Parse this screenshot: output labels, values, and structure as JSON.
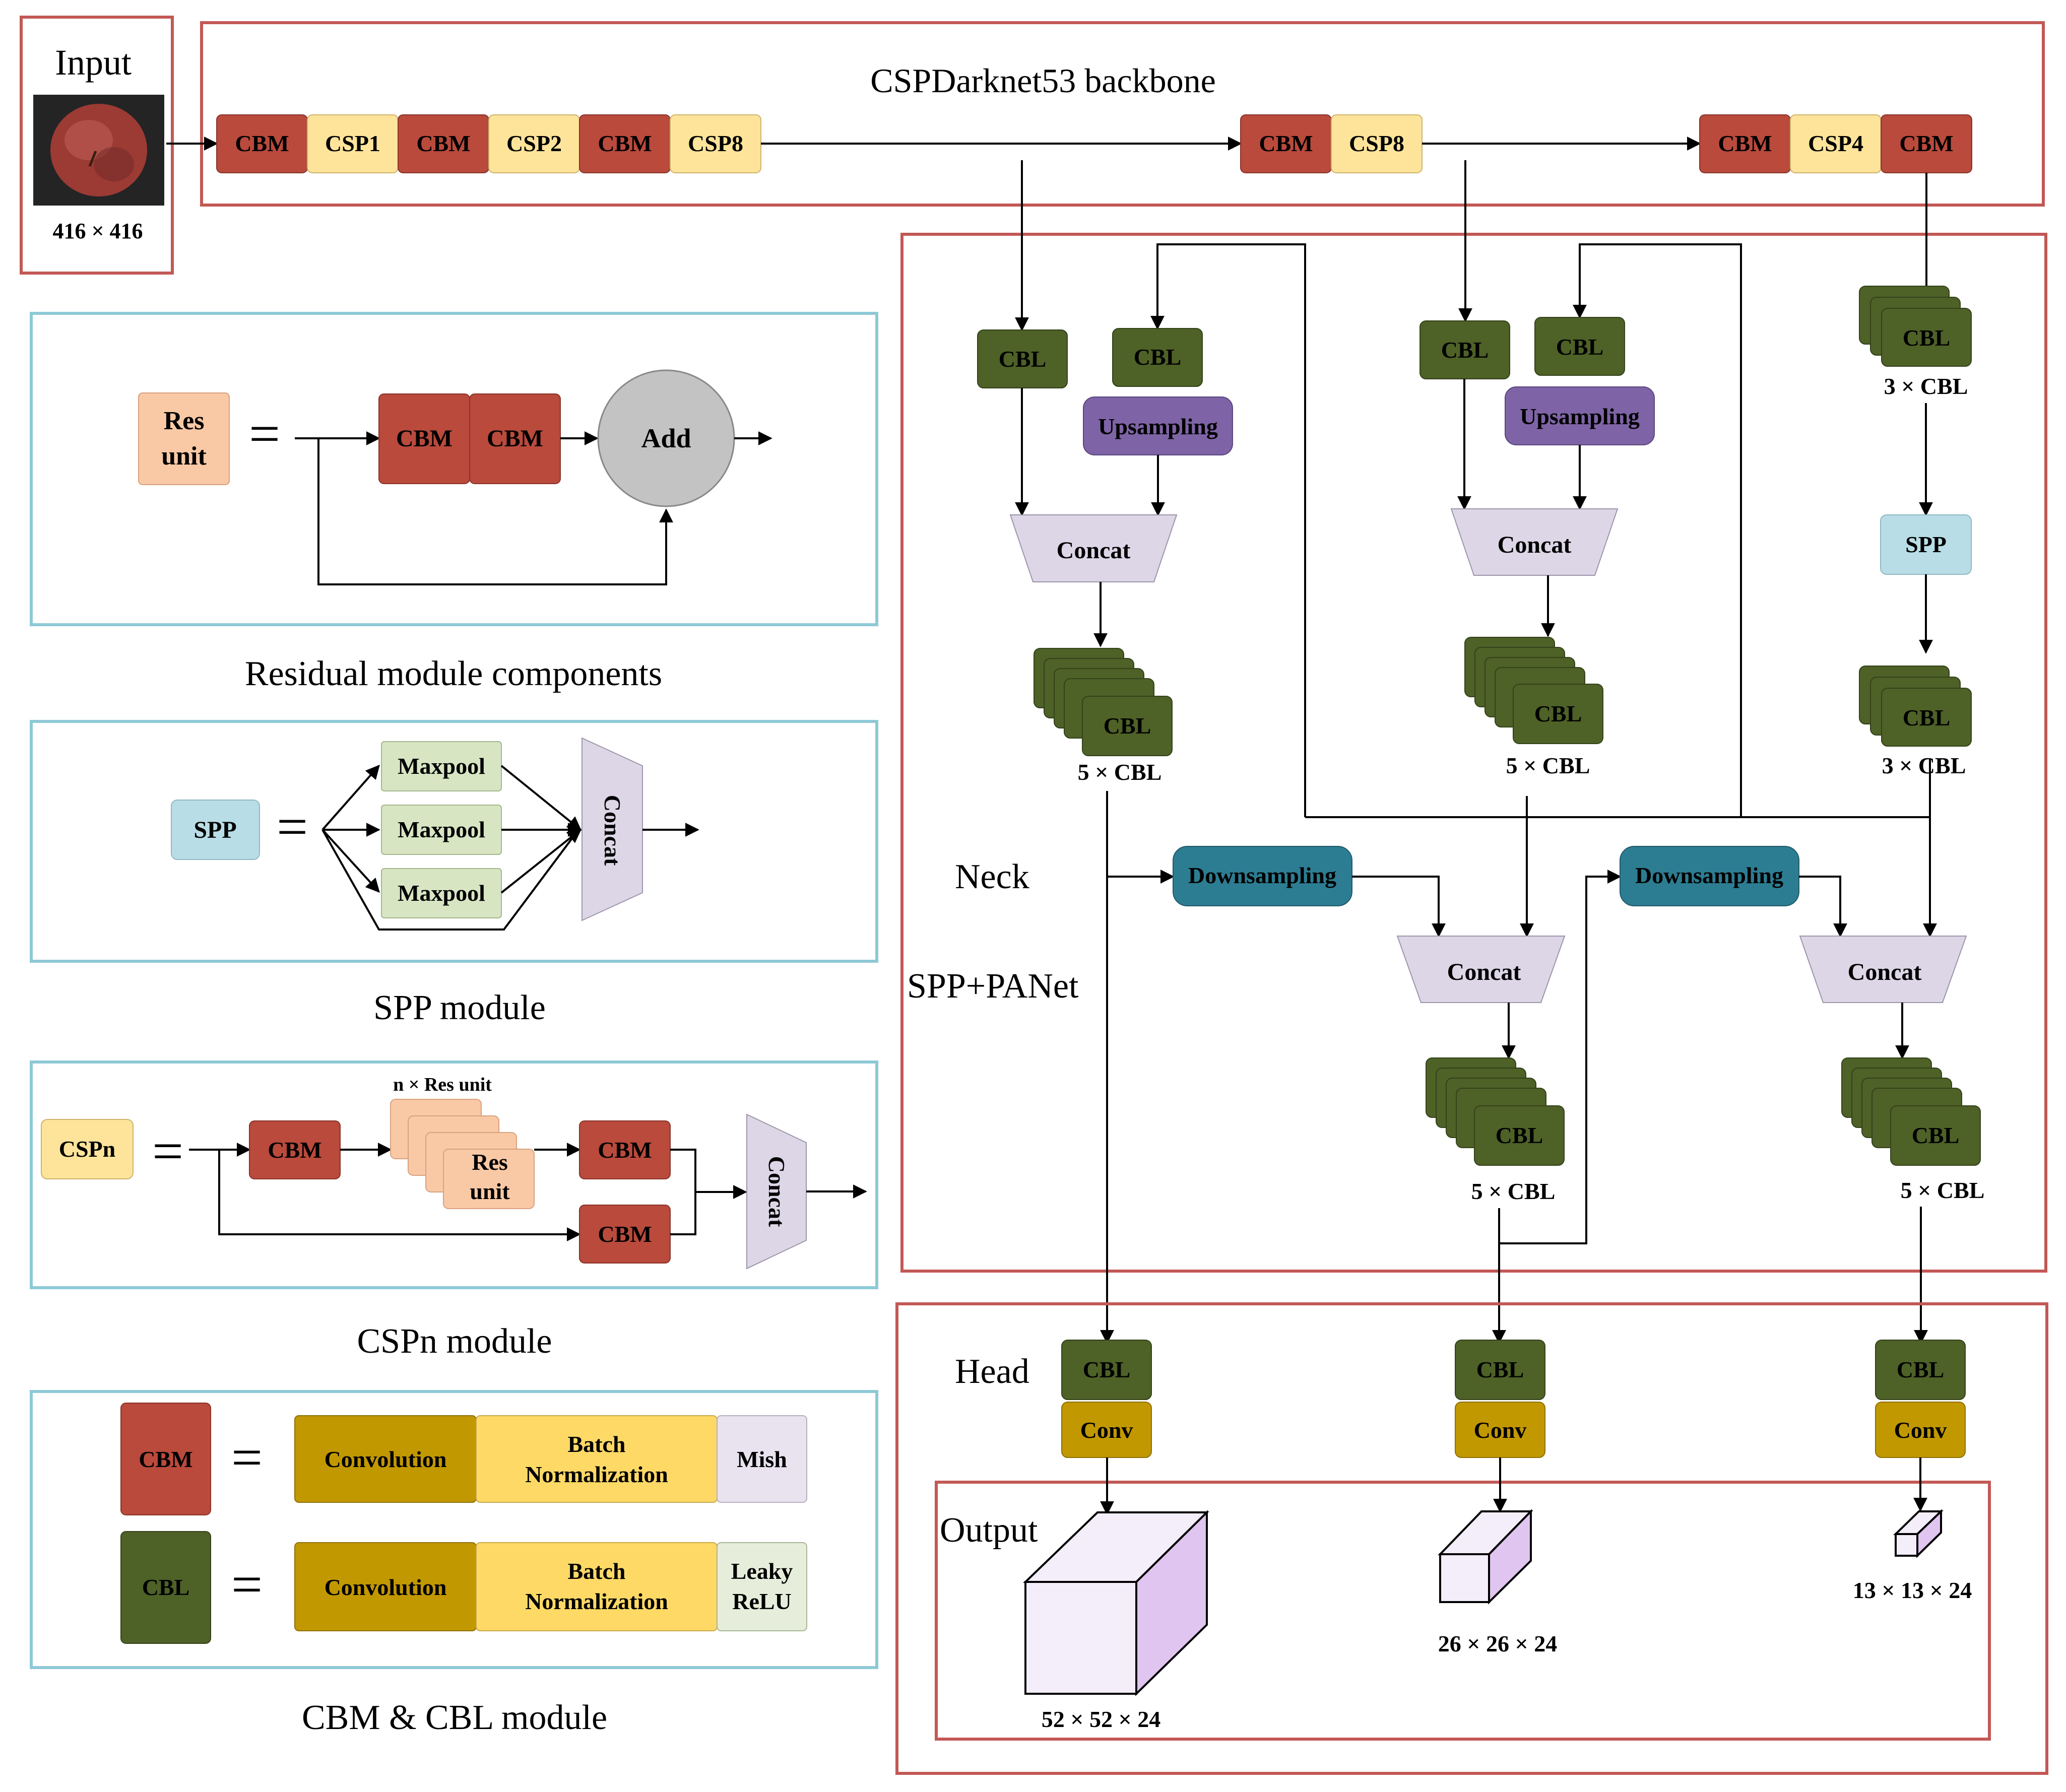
{
  "input": {
    "title": "Input",
    "size": "416 × 416"
  },
  "backbone": {
    "title": "CSPDarknet53 backbone",
    "blocks": [
      "CBM",
      "CSP1",
      "CBM",
      "CSP2",
      "CBM",
      "CSP8",
      "CBM",
      "CSP8",
      "CBM",
      "CSP4",
      "CBM"
    ]
  },
  "residual_module": {
    "caption": "Residual module components",
    "lhs_line1": "Res",
    "lhs_line2": "unit",
    "block1": "CBM",
    "block2": "CBM",
    "add": "Add"
  },
  "spp_module": {
    "caption": "SPP module",
    "lhs": "SPP",
    "pools": [
      "Maxpool",
      "Maxpool",
      "Maxpool"
    ],
    "concat": "Concat"
  },
  "cspn_module": {
    "caption": "CSPn module",
    "lhs": "CSPn",
    "repeat_label": "n × Res unit",
    "res_line1": "Res",
    "res_line2": "unit",
    "cbm_top_left": "CBM",
    "cbm_top_right": "CBM",
    "cbm_bottom": "CBM",
    "concat": "Concat"
  },
  "cbm_cbl_module": {
    "caption": "CBM & CBL module",
    "cbm": {
      "lhs": "CBM",
      "conv": "Convolution",
      "bn_line1": "Batch",
      "bn_line2": "Normalization",
      "act": "Mish"
    },
    "cbl": {
      "lhs": "CBL",
      "conv": "Convolution",
      "bn_line1": "Batch",
      "bn_line2": "Normalization",
      "act_line1": "Leaky",
      "act_line2": "ReLU"
    }
  },
  "neck": {
    "title": "Neck",
    "subtitle": "SPP+PANet",
    "col1": {
      "cbl_left": "CBL",
      "cbl_right": "CBL",
      "upsampling": "Upsampling",
      "concat": "Concat",
      "stack": "CBL",
      "stack_label": "5 × CBL"
    },
    "col2": {
      "cbl_left": "CBL",
      "cbl_right": "CBL",
      "upsampling": "Upsampling",
      "concat": "Concat",
      "stack": "CBL",
      "stack_label": "5 × CBL"
    },
    "col3": {
      "top_stack": "CBL",
      "top_label": "3 × CBL",
      "spp": "SPP",
      "bottom_stack": "CBL",
      "bottom_label": "3 × CBL"
    },
    "down1": "Downsampling",
    "down2": "Downsampling",
    "concat_mid": "Concat",
    "stack_mid": "CBL",
    "stack_mid_label": "5 × CBL",
    "concat_right": "Concat",
    "stack_right": "CBL",
    "stack_right_label": "5 × CBL"
  },
  "head": {
    "title": "Head",
    "heads": [
      {
        "cbl": "CBL",
        "conv": "Conv"
      },
      {
        "cbl": "CBL",
        "conv": "Conv"
      },
      {
        "cbl": "CBL",
        "conv": "Conv"
      }
    ]
  },
  "output": {
    "title": "Output",
    "sizes": [
      "52 × 52 × 24",
      "26 × 26 × 24",
      "13 × 13 × 24"
    ]
  },
  "colors": {
    "cbm": "#b94a3c",
    "csp": "#fde49a",
    "cbl": "#4e6127",
    "conv": "#c29800",
    "bn": "#fed966",
    "mish": "#e8e3ef",
    "leaky": "#e6eedb",
    "res": "#f9c9a5",
    "spp": "#b9dde6",
    "maxpool": "#d7e5c3",
    "concat": "#dcd6e6",
    "upsampling": "#7e64a6",
    "downsampling": "#2d7d92",
    "red_frame": "#c25855",
    "blue_frame": "#8ec9d6",
    "add": "#c3c3c3"
  }
}
